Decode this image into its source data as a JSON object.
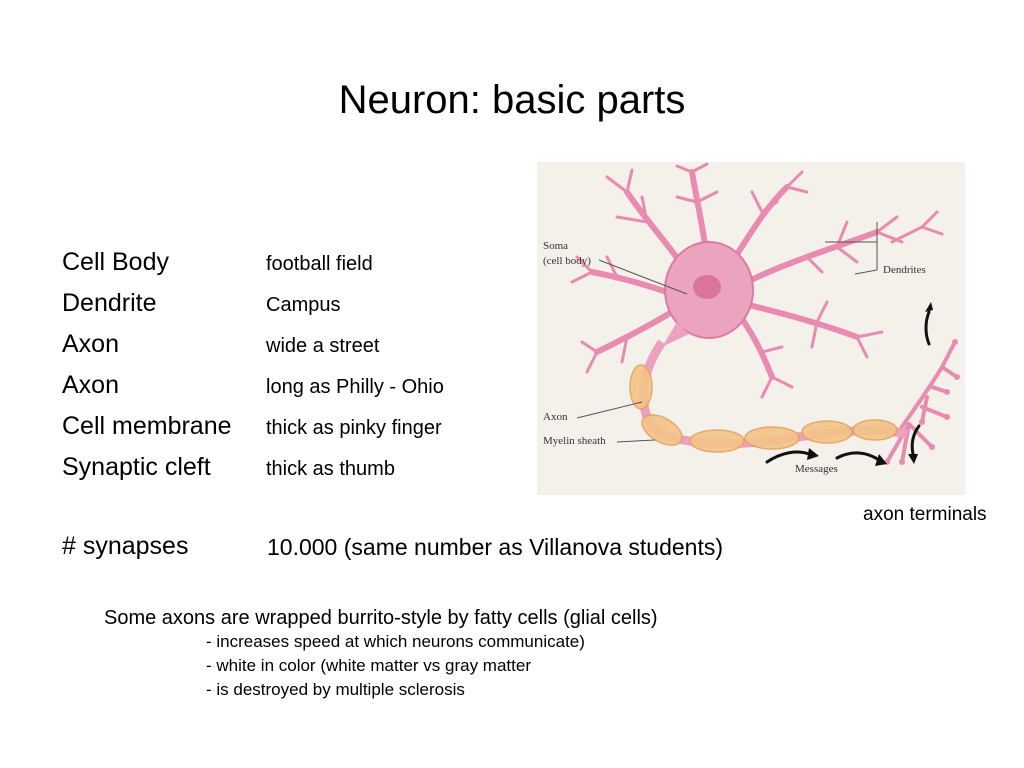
{
  "slide": {
    "title": "Neuron: basic parts",
    "rows": [
      {
        "term": "Cell Body",
        "desc": "football field"
      },
      {
        "term": "Dendrite",
        "desc": "Campus"
      },
      {
        "term": "Axon",
        "desc": "wide a street"
      },
      {
        "term": "Axon",
        "desc": "long as Philly - Ohio"
      },
      {
        "term": "Cell membrane",
        "desc": "thick as pinky finger"
      },
      {
        "term": "Synaptic cleft",
        "desc": "thick as thumb"
      }
    ],
    "synapses": {
      "term": "# synapses",
      "desc": "10.000 (same number as Villanova students)"
    },
    "note": {
      "main": "Some axons are wrapped burrito-style by fatty cells (glial cells)",
      "points": [
        "- increases speed at which neurons communicate)",
        "- white in color (white matter vs gray matter",
        "- is destroyed by multiple sclerosis"
      ]
    }
  },
  "figure": {
    "labels": {
      "soma_line1": "Soma",
      "soma_line2": "(cell body)",
      "dendrites": "Dendrites",
      "axon": "Axon",
      "myelin": "Myelin sheath",
      "messages": "Messages"
    },
    "caption": "axon terminals",
    "colors": {
      "neuron": "#e98bb0",
      "myelin": "#f3c487",
      "background": "#f4f0ea"
    }
  }
}
